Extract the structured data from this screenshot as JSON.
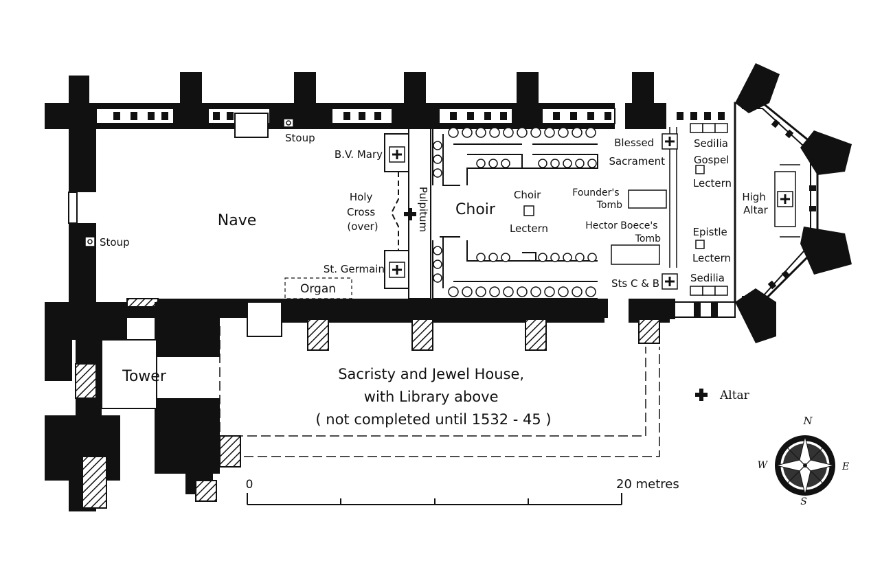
{
  "labels": {
    "nave": "Nave",
    "choir": "Choir",
    "tower": "Tower",
    "pulpitum": "Pulpitum",
    "stoup_north": "Stoup",
    "stoup_west": "Stoup",
    "bv_mary": "B.V. Mary",
    "holy_cross": [
      "Holy",
      "Cross",
      "(over)"
    ],
    "st_germain": "St. Germain",
    "organ": "Organ",
    "choir_lectern": [
      "Choir",
      "Lectern"
    ],
    "founders_tomb": [
      "Founder's",
      "Tomb"
    ],
    "hector_tomb": [
      "Hector Boece's",
      "Tomb"
    ],
    "blessed_sacrament": [
      "Blessed",
      "Sacrament"
    ],
    "sts_c_b": "Sts C & B",
    "sedilia_north": "Sedilia",
    "sedilia_south": "Sedilia",
    "gospel_lectern": [
      "Gospel",
      "Lectern"
    ],
    "epistle_lectern": [
      "Epistle",
      "Lectern"
    ],
    "high_altar": [
      "High",
      "Altar"
    ],
    "sacristy": [
      "Sacristy and Jewel House,",
      "with Library above",
      "( not completed until 1532 - 45 )"
    ]
  },
  "legend": {
    "altar": "Altar"
  },
  "scale": {
    "start": "0",
    "end": "20 metres"
  },
  "compass": {
    "n": "N",
    "e": "E",
    "s": "S",
    "w": "W"
  }
}
